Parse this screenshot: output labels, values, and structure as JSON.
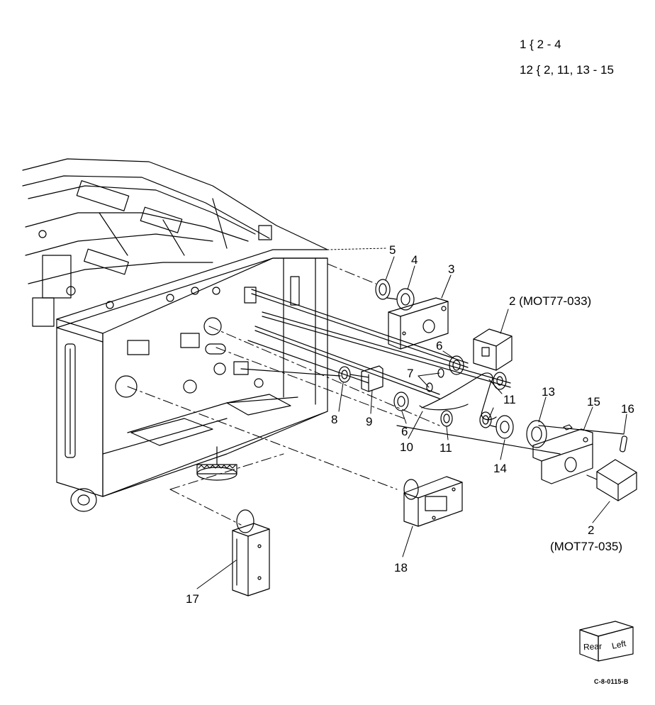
{
  "legend": [
    {
      "text": "1 { 2 - 4"
    },
    {
      "text": "12 { 2, 11, 13 - 15"
    }
  ],
  "callouts": {
    "c5": "5",
    "c4": "4",
    "c3": "3",
    "c2top": "2 (MOT77-033)",
    "c6a": "6",
    "c7": "7",
    "c11a": "11",
    "c13": "13",
    "c15": "15",
    "c16": "16",
    "c8": "8",
    "c9": "9",
    "c6b": "6",
    "c10": "10",
    "c11b": "11",
    "c14": "14",
    "c2bot_num": "2",
    "c2bot_part": "(MOT77-035)",
    "c18": "18",
    "c17": "17"
  },
  "orientation_cube": {
    "front_label": "Rear",
    "side_label": "Left"
  },
  "figure_code": "C-8-0115-B"
}
